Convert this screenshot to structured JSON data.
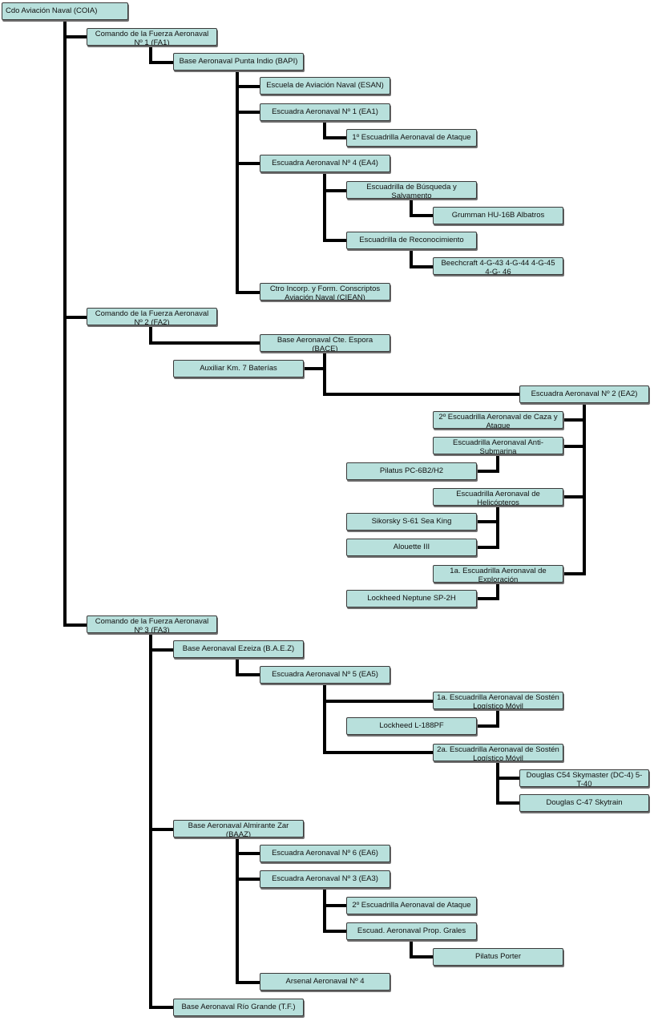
{
  "org_chart": {
    "root": "Cdo Aviación Naval (COIA)",
    "fa1": "Comando de la Fuerza Aeronaval Nº 1 (FA1)",
    "bapi": "Base Aeronaval Punta Indio (BAPI)",
    "esan": "Escuela de Aviación Naval (ESAN)",
    "ea1": "Escuadra Aeronaval Nº 1 (EA1)",
    "ea1_1": "1º Escuadrilla Aeronaval de Ataque",
    "ea4": "Escuadra Aeronaval Nº 4 (EA4)",
    "ea4_sar": "Escuadrilla de Búsqueda y Salvamento",
    "grumman": "Grumman  HU-16B Albatros",
    "ea4_rec": "Escuadrilla de Reconocimiento",
    "beechcraft": "Beechcraft 4-G-43 4-G-44  4-G-45 4-G- 46",
    "ciean": "Ctro Incorp. y Form. Conscriptos Aviación Naval (CIEAN)",
    "fa2": "Comando de la Fuerza Aeronaval Nº 2  (FA2)",
    "bace": "Base Aeronaval Cte. Espora (BACE)",
    "aux7": "Auxiliar Km. 7 Baterías",
    "ea2": "Escuadra Aeronaval Nº 2 (EA2)",
    "ea2_caza": "2º Escuadrilla Aeronaval de Caza y Ataque",
    "ea2_asub": "Escuadrilla Aeronaval Anti-Submarina",
    "pilatus_pc6": "Pilatus PC-6B2/H2",
    "ea2_heli": "Escuadrilla Aeronaval de Helicópteros",
    "sikorsky": "Sikorsky S-61 Sea King",
    "alouette": "Alouette III",
    "ea2_expl": "1a. Escuadrilla Aeronaval de Exploración",
    "neptune": "Lockheed Neptune SP-2H",
    "fa3": "Comando de la Fuerza Aeronaval Nº 3 (FA3)",
    "baez": "Base Aeronaval  Ezeiza (B.A.E.Z)",
    "ea5": "Escuadra Aeronaval Nº 5 (EA5)",
    "ea5_1": "1a. Escuadrilla Aeronaval de Sostén Logístico Móvil",
    "lockheed188": "Lockheed L-188PF",
    "ea5_2": "2a. Escuadrilla Aeronaval de Sostén Logístico Móvil",
    "douglas_c54": "Douglas C54 Skymaster (DC-4)  5-T-40",
    "douglas_c47": "Douglas C-47 Skytrain",
    "baaz": "Base Aeronaval Almirante Zar (BAAZ)",
    "ea6": "Escuadra Aeronaval Nº 6 (EA6)",
    "ea3": "Escuadra Aeronaval Nº 3 (EA3)",
    "ea3_1": "2º Escuadrilla Aeronaval de Ataque",
    "ea3_pg": "Escuad. Aeronaval Prop. Grales",
    "pilatus_porter": "Pilatus Porter",
    "arsenal": "Arsenal Aeronaval Nº 4",
    "barg": "Base Aeronaval Río Grande (T.F.)"
  },
  "colors": {
    "box_fill": "#b8e0dc",
    "box_border": "#3a3a3a",
    "connector": "#000000"
  }
}
